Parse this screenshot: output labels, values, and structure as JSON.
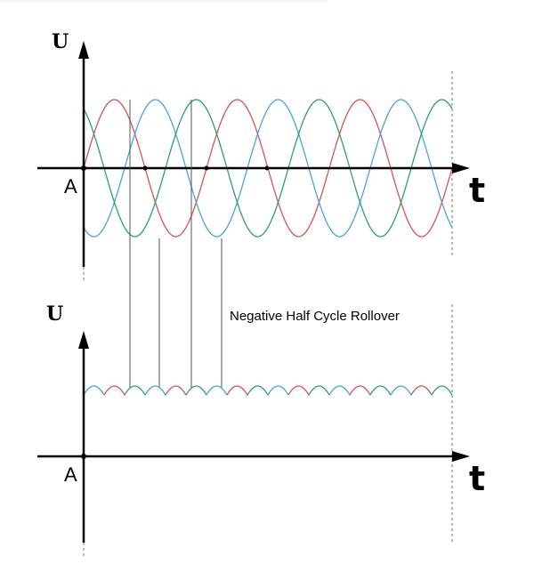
{
  "top_plot": {
    "y_axis_label": "U",
    "x_axis_label": "t",
    "origin_label": "A"
  },
  "bottom_plot": {
    "y_axis_label": "U",
    "x_axis_label": "t",
    "origin_label": "A"
  },
  "annotation": "Negative Half Cycle Rollover",
  "colors": {
    "phase_1": "#d9534f",
    "phase_2": "#4aa3d8",
    "phase_3": "#2e9e6e",
    "axes": "#000000",
    "guides": "#555555"
  },
  "phases": {
    "period_cycles_shown": 3,
    "phase_shift_degrees": [
      0,
      120,
      240
    ]
  }
}
